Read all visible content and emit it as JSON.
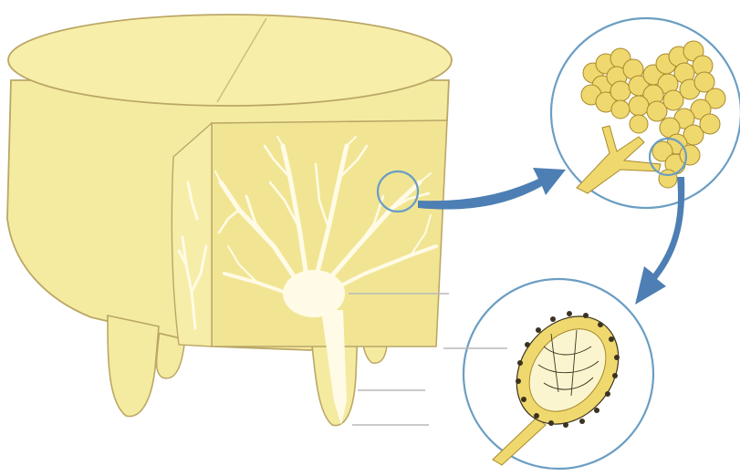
{
  "diagram": {
    "colors": {
      "tissue": "#f4eba0",
      "tissue_light": "#f8f2bf",
      "outline": "#bba766",
      "duct": "#fffbe6",
      "lobule": "#efd86e",
      "lobule_outline": "#a88a2e",
      "circle": "#6b9ec3",
      "arrow": "#4d7fb4",
      "cell_dot": "#3b3320",
      "leader": "#b9b9b9"
    },
    "parts": {
      "udder": "udder-cutaway",
      "teats": 4,
      "magnifier_count": 2,
      "label_leaders": 4
    }
  }
}
